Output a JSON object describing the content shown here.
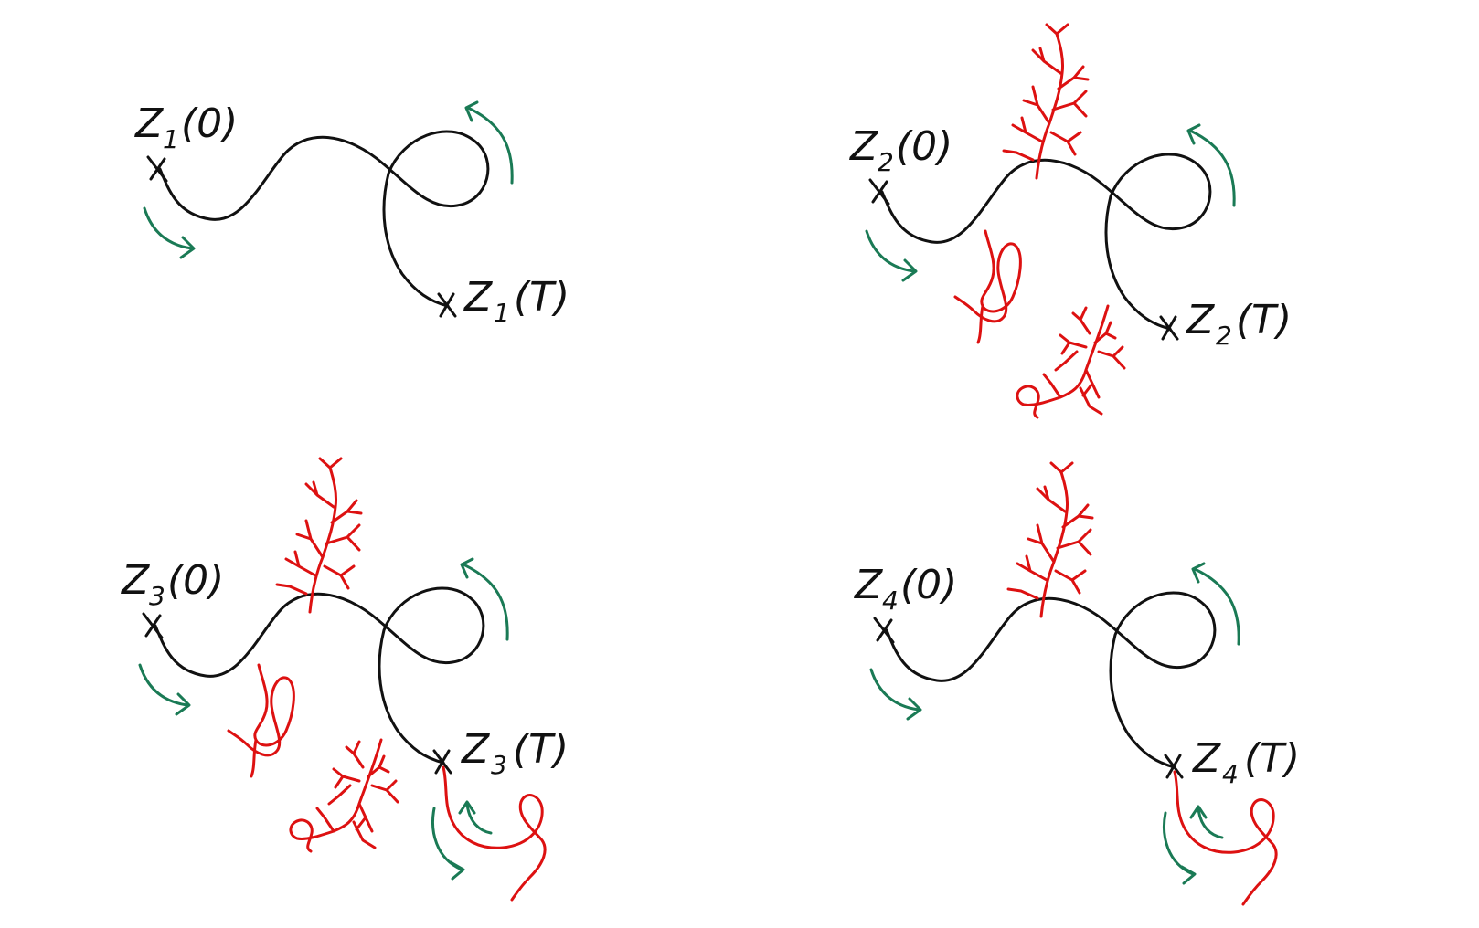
{
  "colors": {
    "path": "#111111",
    "branch": "#dd1111",
    "arrow": "#1a7a55",
    "background": "#ffffff"
  },
  "panels": [
    {
      "id": "panel-1",
      "index": "1",
      "start_label": {
        "base": "Z",
        "sub": "1",
        "arg": "(0)"
      },
      "end_label": {
        "base": "Z",
        "sub": "1",
        "arg": "(T)"
      },
      "branches": []
    },
    {
      "id": "panel-2",
      "index": "2",
      "start_label": {
        "base": "Z",
        "sub": "2",
        "arg": "(0)"
      },
      "end_label": {
        "base": "Z",
        "sub": "2",
        "arg": "(T)"
      },
      "branches": [
        "tree-top",
        "loop-left",
        "bush-bottom"
      ]
    },
    {
      "id": "panel-3",
      "index": "3",
      "start_label": {
        "base": "Z",
        "sub": "3",
        "arg": "(0)"
      },
      "end_label": {
        "base": "Z",
        "sub": "3",
        "arg": "(T)"
      },
      "branches": [
        "tree-top",
        "loop-left",
        "bush-bottom",
        "hook-end"
      ]
    },
    {
      "id": "panel-4",
      "index": "4",
      "start_label": {
        "base": "Z",
        "sub": "4",
        "arg": "(0)"
      },
      "end_label": {
        "base": "Z",
        "sub": "4",
        "arg": "(T)"
      },
      "branches": [
        "tree-top",
        "hook-end"
      ]
    }
  ]
}
